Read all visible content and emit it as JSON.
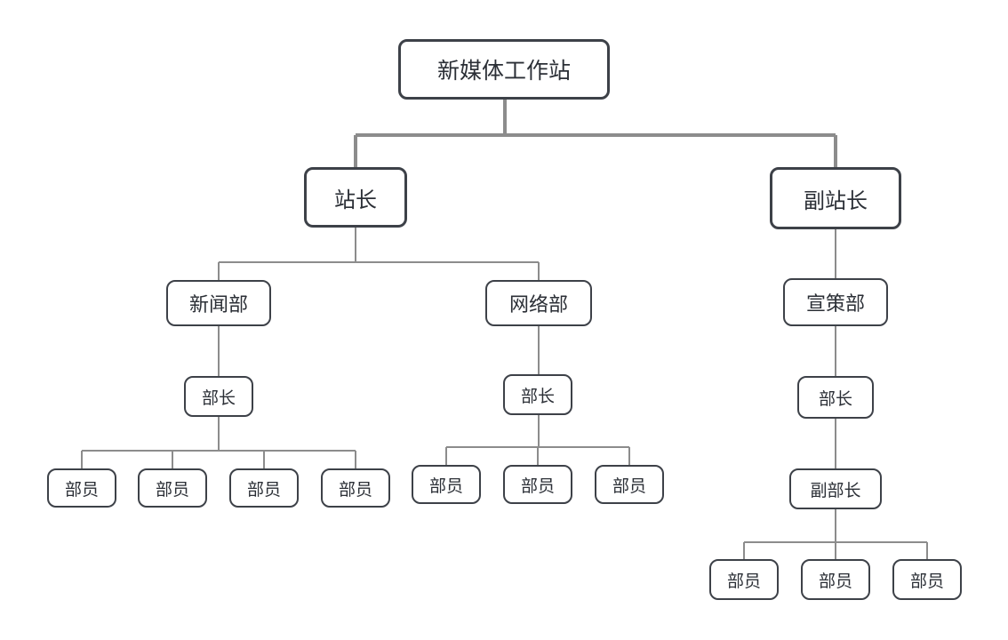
{
  "org": {
    "root": "新媒体工作站",
    "branches": {
      "left": "站长",
      "right": "副站长"
    },
    "departments": {
      "news": "新闻部",
      "network": "网络部",
      "publicity": "宣策部"
    },
    "heads": {
      "news": "部长",
      "network": "部长",
      "publicity": "部长",
      "publicity_deputy": "副部长"
    },
    "members": {
      "news": [
        "部员",
        "部员",
        "部员",
        "部员"
      ],
      "network": [
        "部员",
        "部员",
        "部员"
      ],
      "publicity": [
        "部员",
        "部员",
        "部员"
      ]
    }
  },
  "colors": {
    "connector": "#8c8c8c",
    "border": "#3d4148",
    "text": "#2b2f36"
  }
}
